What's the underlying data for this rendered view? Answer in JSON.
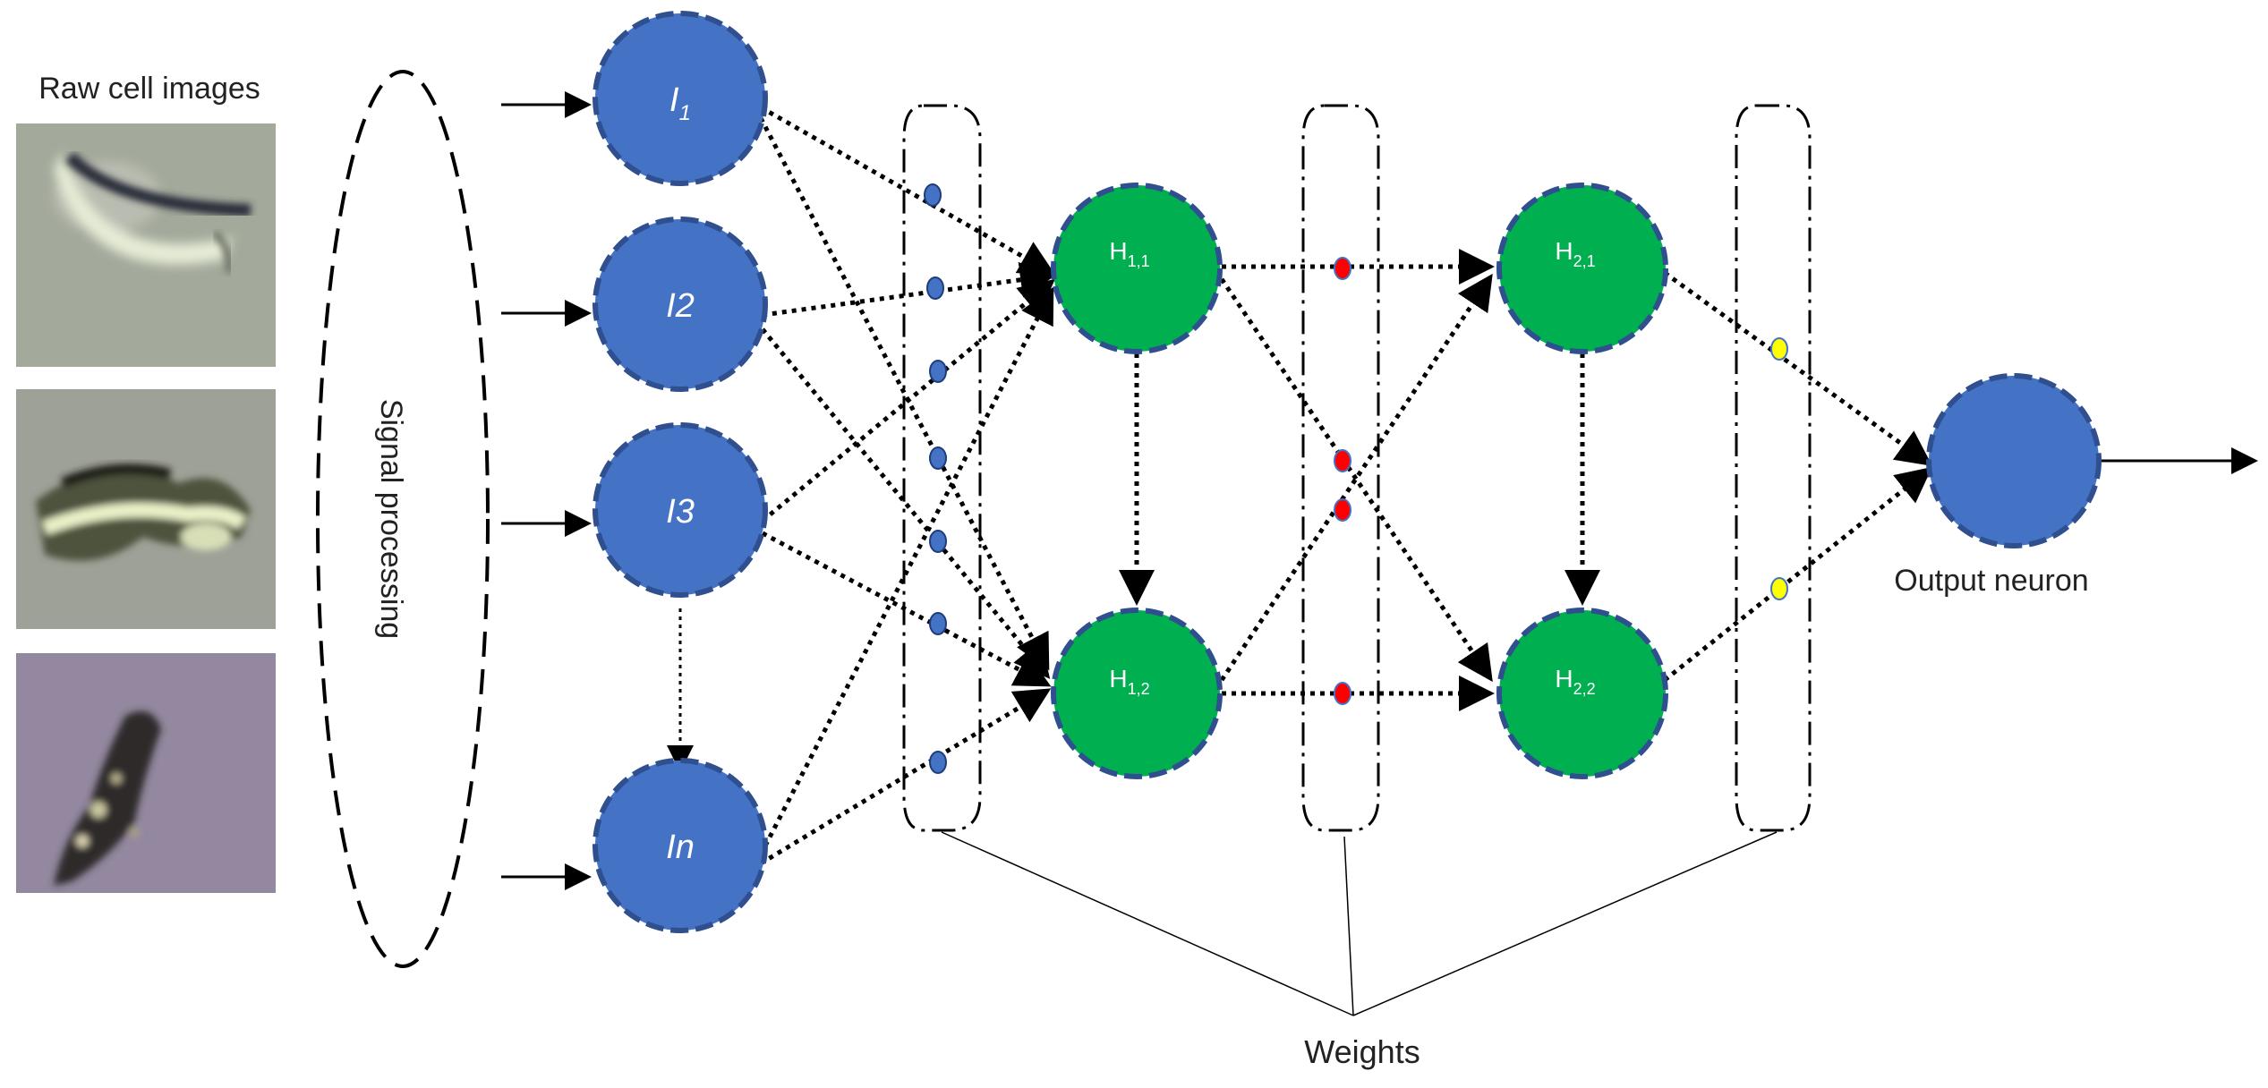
{
  "labels": {
    "raw_images": "Raw cell images",
    "signal_processing": "Signal processing",
    "output_neuron": "Output neuron",
    "weights": "Weights"
  },
  "nodes": {
    "i1": {
      "base": "I",
      "sub": "1"
    },
    "i2": {
      "base": "I2",
      "sub": ""
    },
    "i3": {
      "base": "I3",
      "sub": ""
    },
    "in": {
      "base": "In",
      "sub": ""
    },
    "h11": {
      "base": "H",
      "sub": "1,1"
    },
    "h12": {
      "base": "H",
      "sub": "1,2"
    },
    "h21": {
      "base": "H",
      "sub": "2,1"
    },
    "h22": {
      "base": "H",
      "sub": "2,2"
    }
  },
  "colors": {
    "input_node": "#4472c4",
    "hidden_node": "#00b050",
    "output_node": "#4472c4",
    "node_border": "#2f4f8f",
    "weight_dot_1": "#4472c4",
    "weight_dot_2": "#ff0000",
    "weight_dot_3": "#ffff00"
  }
}
